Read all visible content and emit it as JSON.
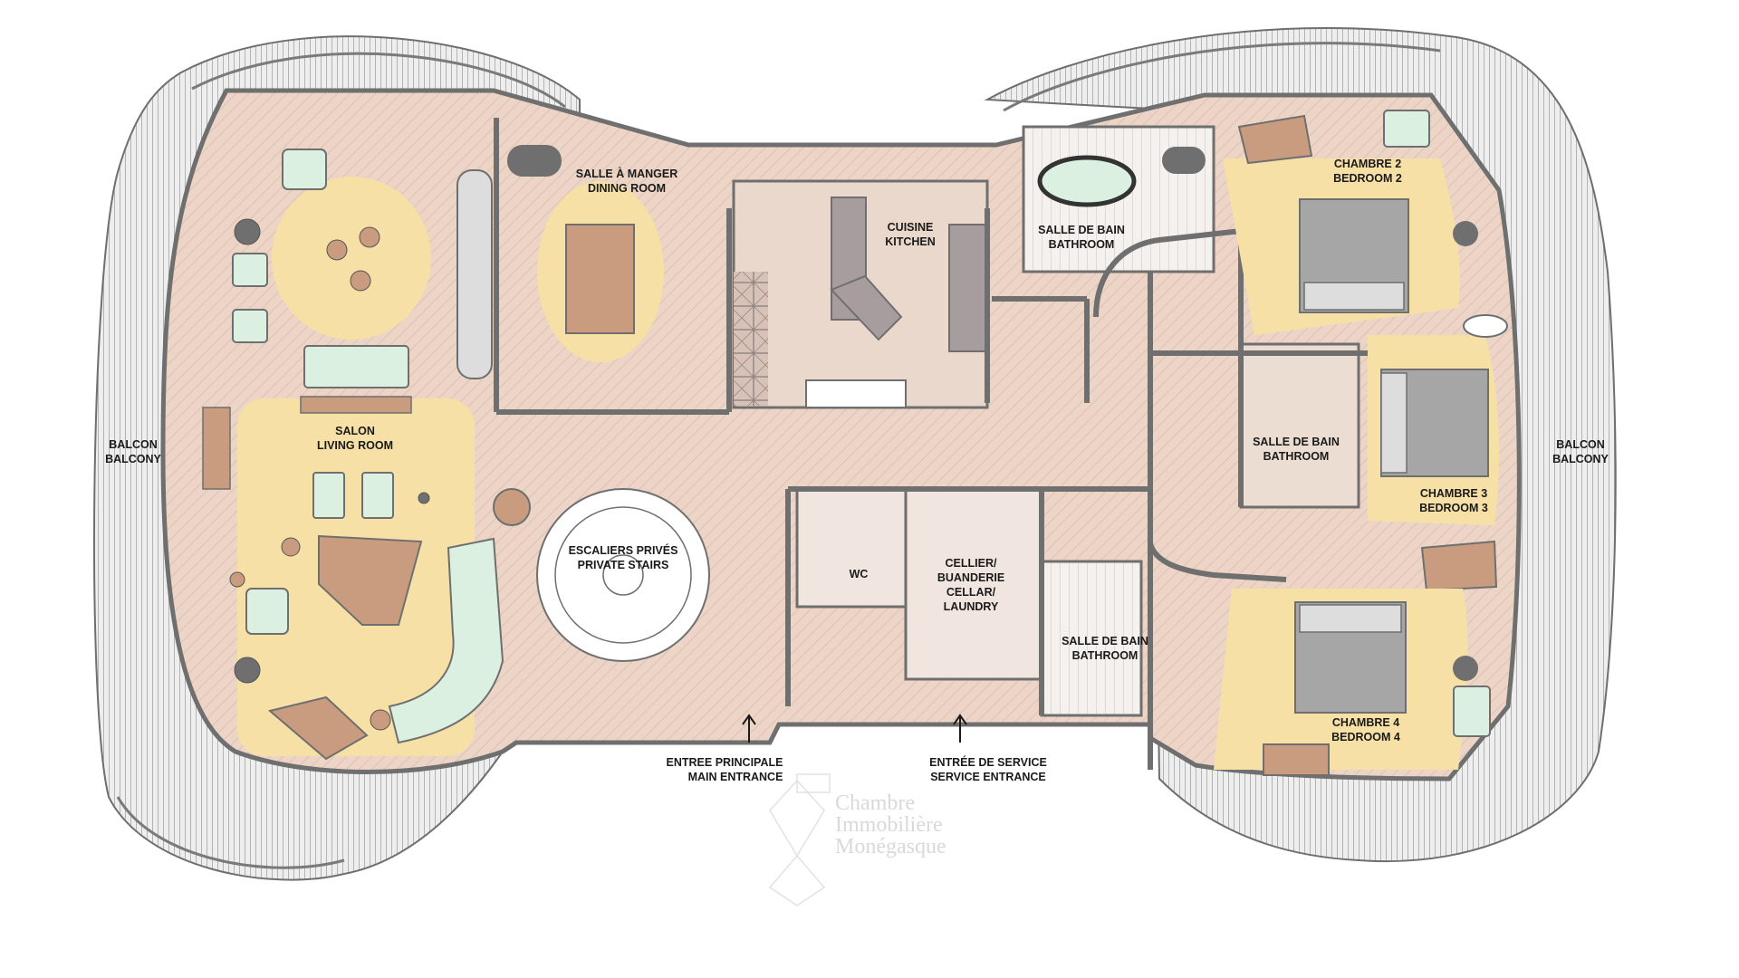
{
  "colors": {
    "floor": "#ecd5c6",
    "rug": "#f6e0a6",
    "wall": "#6f6f6f",
    "balcony_deck": "#e6e6e6",
    "sofa": "#dcf0e2",
    "wood": "#c99c80",
    "bed": "#a6a6a6",
    "watermark": "#d9d9d9"
  },
  "labels": {
    "balcon_left_fr": "BALCON",
    "balcon_left_en": "BALCONY",
    "balcon_right_fr": "BALCON",
    "balcon_right_en": "BALCONY",
    "salon_fr": "SALON",
    "salon_en": "LIVING ROOM",
    "dining_fr": "SALLE À MANGER",
    "dining_en": "DINING ROOM",
    "kitchen_fr": "CUISINE",
    "kitchen_en": "KITCHEN",
    "bath1_fr": "SALLE DE BAIN",
    "bath1_en": "BATHROOM",
    "bed2_fr": "CHAMBRE 2",
    "bed2_en": "BEDROOM 2",
    "bath2_fr": "SALLE DE BAIN",
    "bath2_en": "BATHROOM",
    "bed3_fr": "CHAMBRE 3",
    "bed3_en": "BEDROOM 3",
    "stairs_fr": "ESCALIERS PRIVÉS",
    "stairs_en": "PRIVATE STAIRS",
    "wc": "WC",
    "cellar_1": "CELLIER/",
    "cellar_2": "BUANDERIE",
    "cellar_3": "CELLAR/",
    "cellar_4": "LAUNDRY",
    "bath3_fr": "SALLE DE BAIN",
    "bath3_en": "BATHROOM",
    "bed4_fr": "CHAMBRE 4",
    "bed4_en": "BEDROOM 4",
    "main_entry_fr": "ENTREE PRINCIPALE",
    "main_entry_en": "MAIN ENTRANCE",
    "service_entry_fr": "ENTRÉE DE SERVICE",
    "service_entry_en": "SERVICE ENTRANCE"
  },
  "watermark": {
    "line1": "Chambre",
    "line2": "Immobilière",
    "line3": "Monégasque"
  }
}
